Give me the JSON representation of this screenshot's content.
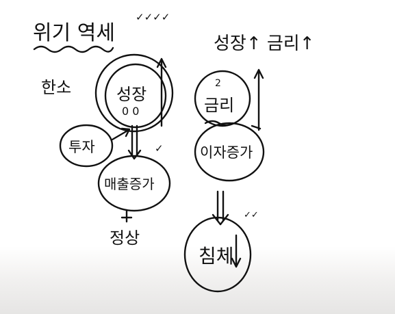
{
  "title": {
    "main": "위기 역세",
    "marks": "✓✓✓✓"
  },
  "left_chain": {
    "side_label": "한소",
    "circle_top": {
      "line1": "성장",
      "line2": "0 0"
    },
    "circle_side": "투자",
    "circle_middle": "매출증가",
    "bottom_label": "정상",
    "check": "✓"
  },
  "right_chain": {
    "header": "성장↑ 금리↑",
    "circle_top_note": "2",
    "circle_top": "금리",
    "circle_middle": "이자증가",
    "circle_bottom": "침체",
    "check": "✓✓"
  }
}
